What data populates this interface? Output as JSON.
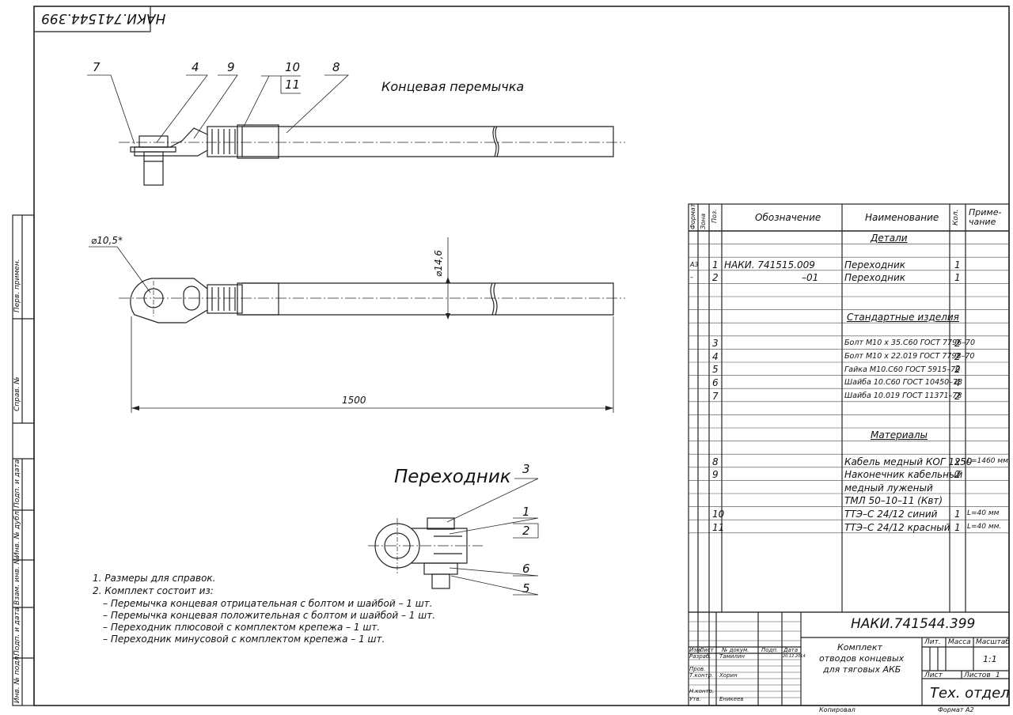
{
  "drawing_number_top": "НАКИ.741544.399",
  "title_bar": "Концевая перемычка",
  "adapter_title": "Переходник",
  "callouts_top": [
    "7",
    "4",
    "9",
    "10",
    "11",
    "8"
  ],
  "callouts_adapter": [
    "3",
    "1",
    "2",
    "6",
    "5"
  ],
  "dims": {
    "hole": "⌀10,5*",
    "dia": "⌀14,6",
    "length": "1500"
  },
  "notes": [
    "1. Размеры для справок.",
    "2. Комплект состоит из:",
    "– Перемычка концевая отрицательная с болтом и шайбой – 1 шт.",
    "– Перемычка концевая положительная с болтом и шайбой – 1 шт.",
    "– Переходник плюсовой с комплектом крепежа – 1 шт.",
    "– Переходник минусовой с комплектом крепежа – 1 шт."
  ],
  "left_margin": [
    "Перв. примен.",
    "Справ. №",
    "Подп. и дата",
    "Инв. № дубл.",
    "Взам. инв. №",
    "Подп. и дата",
    "Инв. № подл."
  ],
  "spec": {
    "headers": {
      "format": "Формат",
      "zone": "Зона",
      "pos": "Поз.",
      "designation": "Обозначение",
      "name": "Наименование",
      "qty": "Кол.",
      "note": "Приме-чание"
    },
    "rows": [
      {
        "format": "",
        "pos": "",
        "designation": "",
        "name": "Детали",
        "qty": "",
        "note": "",
        "section": true
      },
      {
        "format": "",
        "pos": "",
        "designation": "",
        "name": "",
        "qty": "",
        "note": ""
      },
      {
        "format": "А3",
        "pos": "1",
        "designation": "НАКИ. 741515.009",
        "name": "Переходник",
        "qty": "1",
        "note": ""
      },
      {
        "format": "–",
        "pos": "2",
        "designation": "–01",
        "name": "Переходник",
        "qty": "1",
        "note": ""
      },
      {
        "format": "",
        "pos": "",
        "designation": "",
        "name": "",
        "qty": "",
        "note": ""
      },
      {
        "format": "",
        "pos": "",
        "designation": "",
        "name": "",
        "qty": "",
        "note": ""
      },
      {
        "format": "",
        "pos": "",
        "designation": "",
        "name": "Стандартные изделия",
        "qty": "",
        "note": "",
        "section": true
      },
      {
        "format": "",
        "pos": "",
        "designation": "",
        "name": "",
        "qty": "",
        "note": ""
      },
      {
        "format": "",
        "pos": "3",
        "designation": "",
        "name": "Болт М10 х 35.С60 ГОСТ 7796–70",
        "qty": "2",
        "note": "",
        "small": true
      },
      {
        "format": "",
        "pos": "4",
        "designation": "",
        "name": "Болт М10 х 22.019 ГОСТ 7798–70",
        "qty": "2",
        "note": "",
        "small": true
      },
      {
        "format": "",
        "pos": "5",
        "designation": "",
        "name": "Гайка М10.С60 ГОСТ 5915–70",
        "qty": "2",
        "note": "",
        "small": true
      },
      {
        "format": "",
        "pos": "6",
        "designation": "",
        "name": "Шайба 10.С60 ГОСТ 10450–78",
        "qty": "4",
        "note": "",
        "small": true
      },
      {
        "format": "",
        "pos": "7",
        "designation": "",
        "name": "Шайба 10.019 ГОСТ 11371–78",
        "qty": "2",
        "note": "",
        "small": true
      },
      {
        "format": "",
        "pos": "",
        "designation": "",
        "name": "",
        "qty": "",
        "note": ""
      },
      {
        "format": "",
        "pos": "",
        "designation": "",
        "name": "",
        "qty": "",
        "note": ""
      },
      {
        "format": "",
        "pos": "",
        "designation": "",
        "name": "Материалы",
        "qty": "",
        "note": "",
        "section": true
      },
      {
        "format": "",
        "pos": "",
        "designation": "",
        "name": "",
        "qty": "",
        "note": ""
      },
      {
        "format": "",
        "pos": "8",
        "designation": "",
        "name": "Кабель медный КОГ 1х50",
        "qty": "2",
        "note": "L=1460 мм"
      },
      {
        "format": "",
        "pos": "9",
        "designation": "",
        "name": "Наконечник кабельный",
        "qty": "2",
        "note": ""
      },
      {
        "format": "",
        "pos": "",
        "designation": "",
        "name": "медный луженый",
        "qty": "",
        "note": ""
      },
      {
        "format": "",
        "pos": "",
        "designation": "",
        "name": "ТМЛ 50–10–11 (Квт)",
        "qty": "",
        "note": ""
      },
      {
        "format": "",
        "pos": "10",
        "designation": "",
        "name": "ТТЭ–С 24/12 синий",
        "qty": "1",
        "note": "L=40 мм"
      },
      {
        "format": "",
        "pos": "11",
        "designation": "",
        "name": "ТТЭ–С 24/12 красный",
        "qty": "1",
        "note": "L=40 мм."
      }
    ]
  },
  "title_block": {
    "doc_number": "НАКИ.741544.399",
    "name": [
      "Комплект",
      "отводов концевых",
      "для тяговых АКБ"
    ],
    "col_headers": [
      "Изм.",
      "Лист",
      "№ докум.",
      "Подп.",
      "Дата"
    ],
    "roles": [
      "Разраб.",
      "Пров.",
      "Т.контр.",
      "",
      "Н.контр.",
      "Утв."
    ],
    "people": [
      "Тамилин",
      "",
      "Хорин",
      "",
      "",
      "Еникеев"
    ],
    "date": "20.12.2014",
    "lit_label": "Лит.",
    "mass_label": "Масса",
    "scale_label": "Масштаб",
    "scale": "1:1",
    "sheet_label": "Лист",
    "sheets_label": "Листов",
    "sheets": "1",
    "org": "Тех. отдел",
    "copied": "Копировал",
    "format": "Формат  А2"
  }
}
